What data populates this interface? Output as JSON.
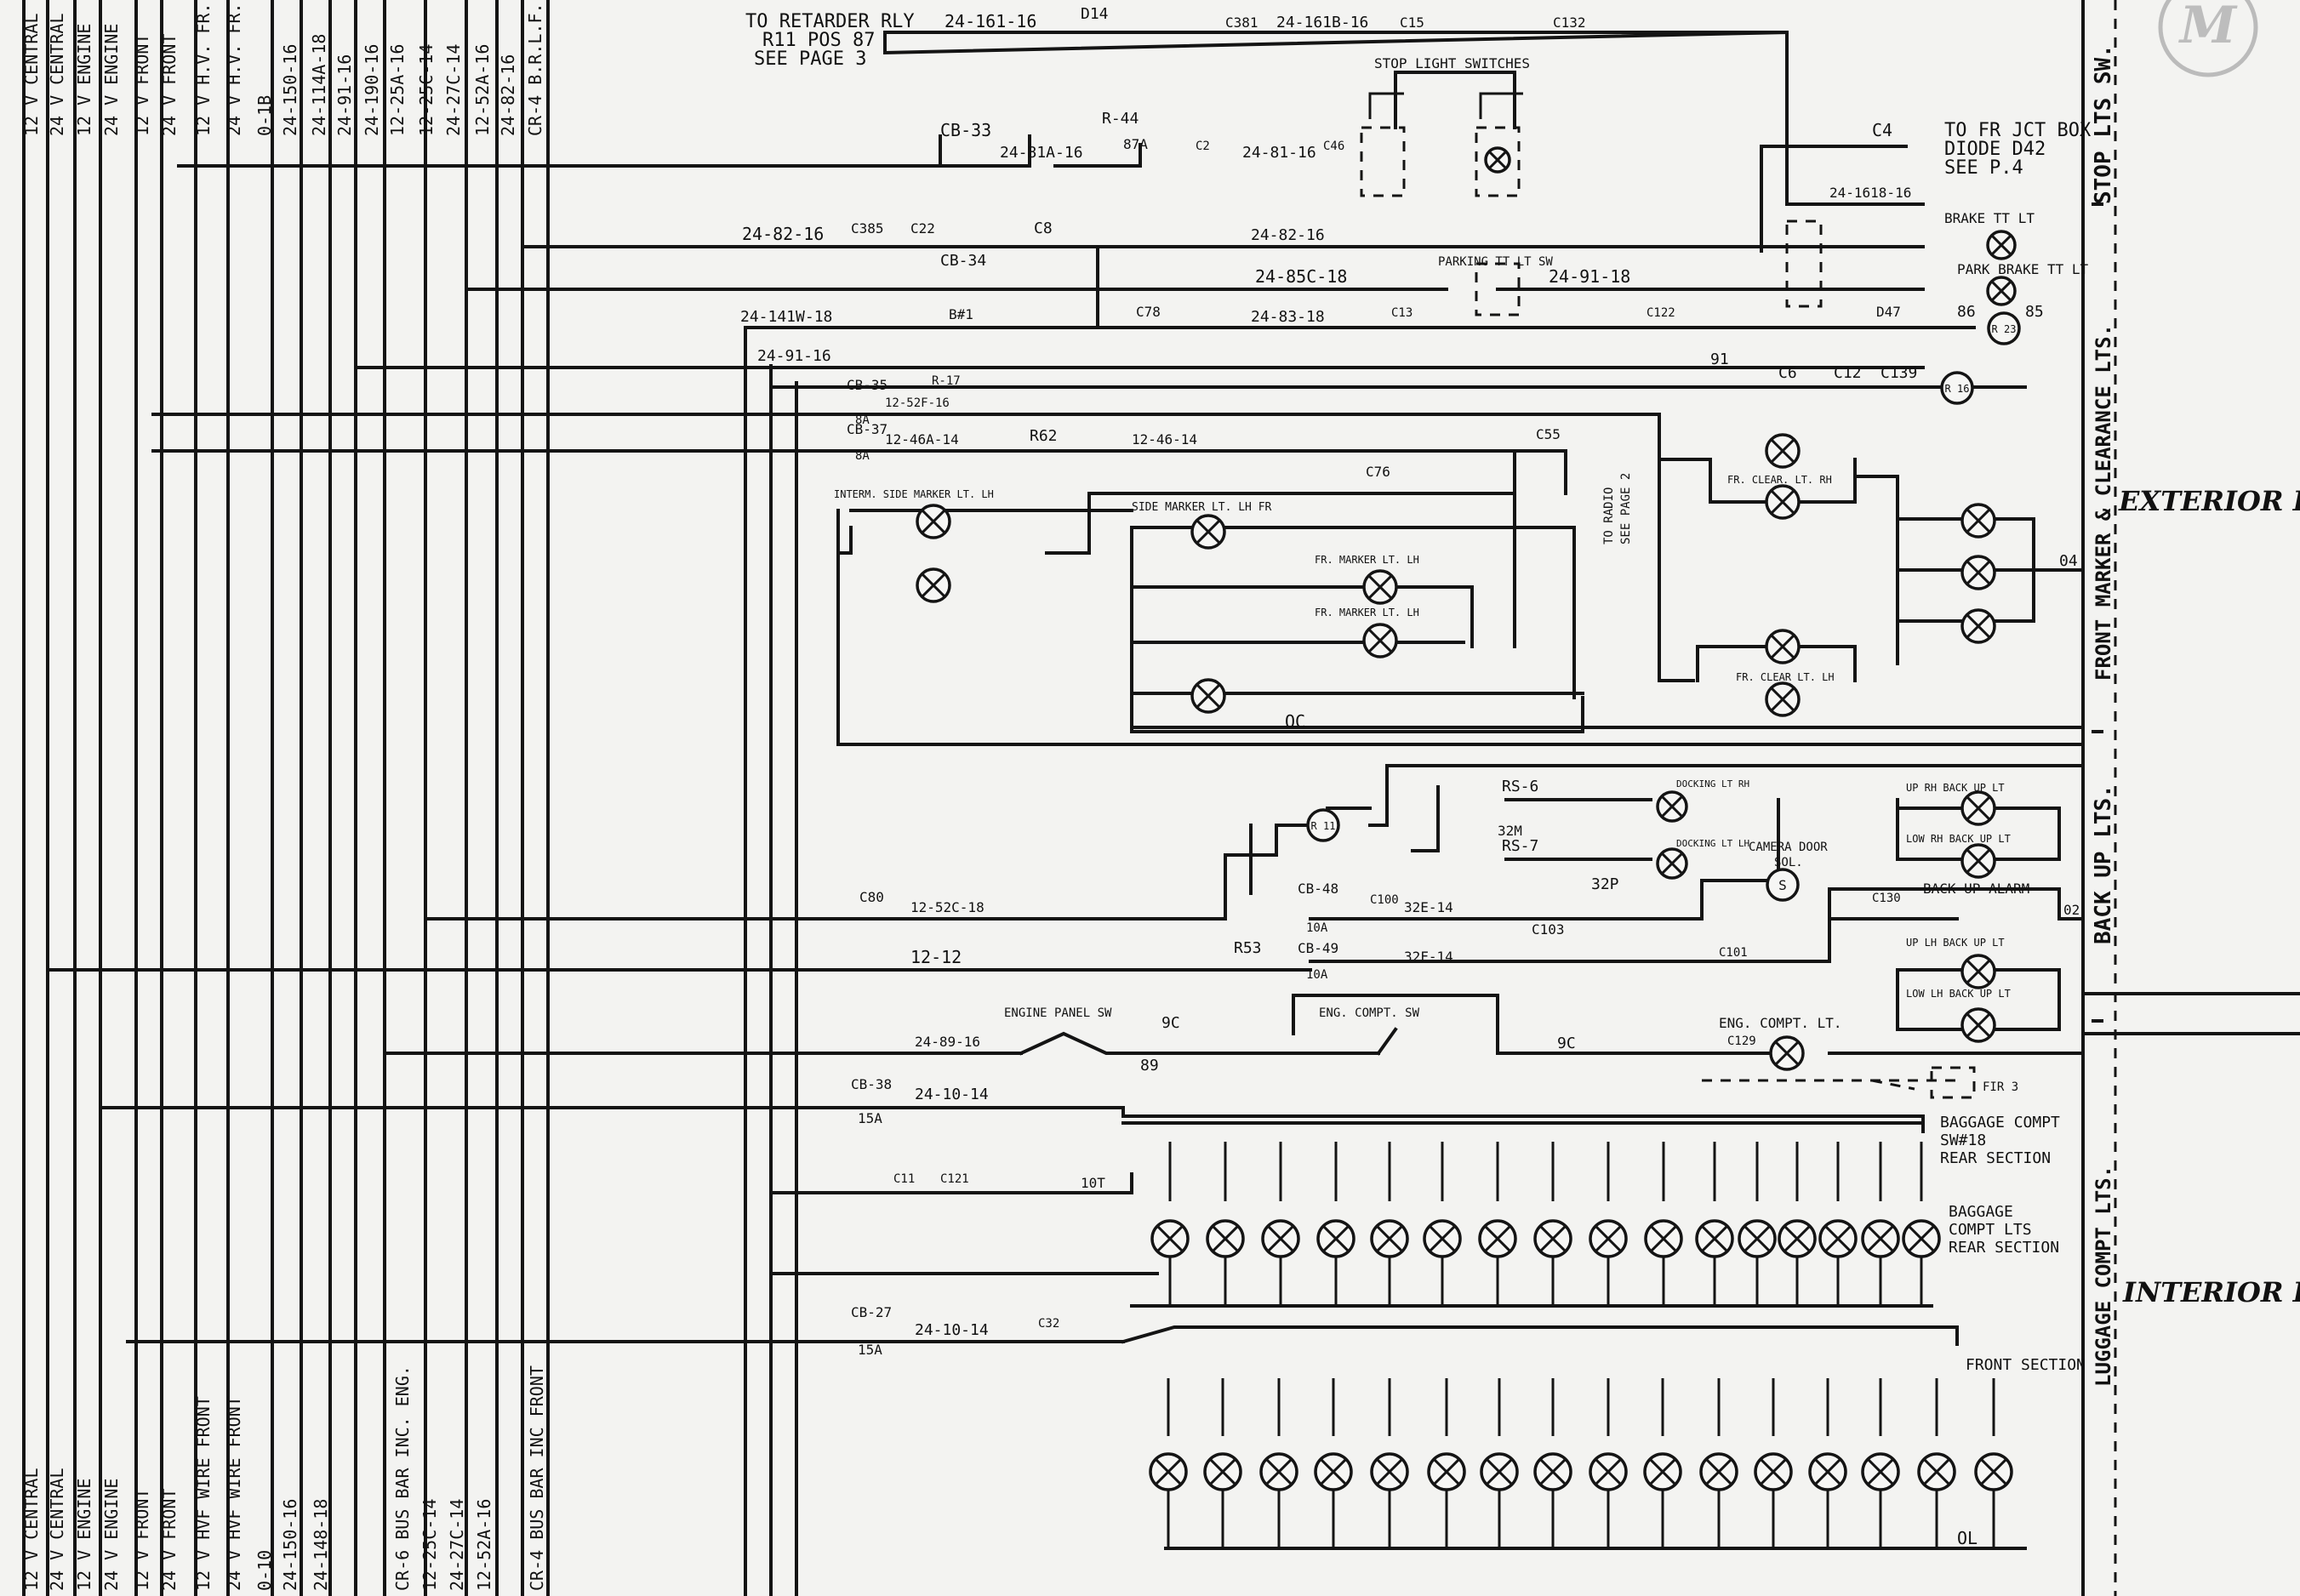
{
  "bus_labels_top": [
    "12 V CENTRAL",
    "24 V CENTRAL",
    "12 V ENGINE",
    "24 V ENGINE",
    "12 V FRONT",
    "24 V FRONT",
    "12 V H.V. FR.",
    "24 V H.V. FR.",
    "0-1B",
    "24-150-16",
    "24-114A-18",
    "24-91-16",
    "24-190-16",
    "12-25A-16",
    "12-25C-14",
    "24-27C-14",
    "12-52A-16",
    "24-82-16",
    "CR-4 B.R.L.F."
  ],
  "bus_labels_bottom": [
    "12 V CENTRAL",
    "24 V CENTRAL",
    "12 V ENGINE",
    "24 V ENGINE",
    "12 V FRONT",
    "24 V FRONT",
    "12 V HVF WIRE FRONT",
    "24 V HVF WIRE FRONT",
    "0-10",
    "24-150-16",
    "24-148-18",
    "CR-6 BUS BAR INC. ENG.",
    "12-25C-14",
    "24-27C-14",
    "12-52A-16",
    "CR-4 BUS BAR INC FRONT"
  ],
  "section_labels": [
    "STOP LTS SW.",
    "FRONT MARKER & CLEARANCE LTS.",
    "BACK UP LTS.",
    "LUGGAGE COMPT LTS."
  ],
  "group_labels": [
    "EXTERIOR LIGHTING",
    "INTERIOR LIGHTING"
  ],
  "logo": "M",
  "notes": {
    "retarder": [
      "TO RETARDER RLY",
      "R11 POS 87",
      "SEE PAGE 3"
    ],
    "fr_jct": [
      "TO FR JCT BOX",
      "DIODE D42",
      "SEE P.4"
    ],
    "stop_switches": "STOP LIGHT SWITCHES",
    "brake_tt": "BRAKE TT LT",
    "park_brake": "PARK BRAKE TT LT",
    "parking_tt_sw": "PARKING TT LT SW",
    "baggage_sw": [
      "BAGGAGE COMPT",
      "SW#18",
      "REAR SECTION"
    ],
    "baggage_lts": [
      "BAGGAGE",
      "COMPT LTS",
      "REAR SECTION"
    ],
    "front_section": "FRONT SECTION",
    "camera_door": [
      "CAMERA DOOR",
      "SOL."
    ],
    "back_up_alarm": "BACK UP ALARM",
    "eng_comp_lt": "ENG. COMPT. LT.",
    "engine_panel_sw": "ENGINE PANEL SW",
    "eng_comp_sw": "ENG. COMPT. SW",
    "to_radio": [
      "TO RADIO",
      "SEE PAGE 2"
    ]
  },
  "wires": [
    "24-161-16",
    "24-161B-16",
    "24-81A-16",
    "24-81-16",
    "24-82-16",
    "24-85C-18",
    "24-91-18",
    "24-91-16",
    "24-141W-18",
    "24-83-18",
    "12-52F-16",
    "12-46A-14",
    "12-46-14",
    "12-52C-18",
    "12-12",
    "32E-14",
    "32F-14",
    "24-10-14",
    "24-89-16",
    "24-1618-16"
  ],
  "components": {
    "cb": [
      "CB-33",
      "CB-34",
      "CB-35",
      "CB-37",
      "CB-48",
      "CB-49",
      "CB-38",
      "CB-27"
    ],
    "ratings": [
      "15A",
      "15A",
      "10A",
      "10A",
      "8A",
      "8A"
    ],
    "diodes": [
      "D14",
      "D47"
    ],
    "resistors": [
      "R-44",
      "R-17",
      "R62",
      "R53",
      "RS-6",
      "RS-7"
    ],
    "relays": [
      "86",
      "85",
      "B#1",
      "87A"
    ],
    "lamps": [
      "R 16",
      "S",
      "R 11",
      "R 23"
    ],
    "fuse": "FIR 3"
  },
  "connectors": [
    "C381",
    "C15",
    "C132",
    "C4",
    "C2",
    "C46",
    "C385",
    "C22",
    "C8",
    "C78",
    "C13",
    "C122",
    "C6",
    "C12",
    "C139",
    "C55",
    "C76",
    "C80",
    "C103",
    "C100",
    "C101",
    "C130",
    "C129",
    "C11",
    "C121",
    "C32"
  ],
  "bottom_labels": {
    "oc": "OC",
    "ol": "OL",
    "o4": "04",
    "o2": "02",
    "o9c": "9C",
    "o89": "89",
    "o10t": "10T",
    "o32m": "32M",
    "o32p": "32P",
    "o91": "91"
  },
  "lamp_labels": {
    "side_marker_lh_fr": "SIDE MARKER LT. LH FR",
    "interm_side_marker": "INTERM. SIDE MARKER LT. LH",
    "fr_marker_lh": "FR. MARKER LT. LH",
    "fr_clear_rh": "FR. CLEAR. LT. RH",
    "fr_clear_lh": "FR. CLEAR LT. LH",
    "dock_rh": "DOCKING LT RH",
    "dock_lh": "DOCKING LT LH",
    "up_rh_back": "UP RH BACK UP LT",
    "low_rh_back": "LOW RH BACK UP LT",
    "up_lh_back": "UP LH BACK UP LT",
    "low_lh_back": "LOW LH BACK UP LT"
  }
}
